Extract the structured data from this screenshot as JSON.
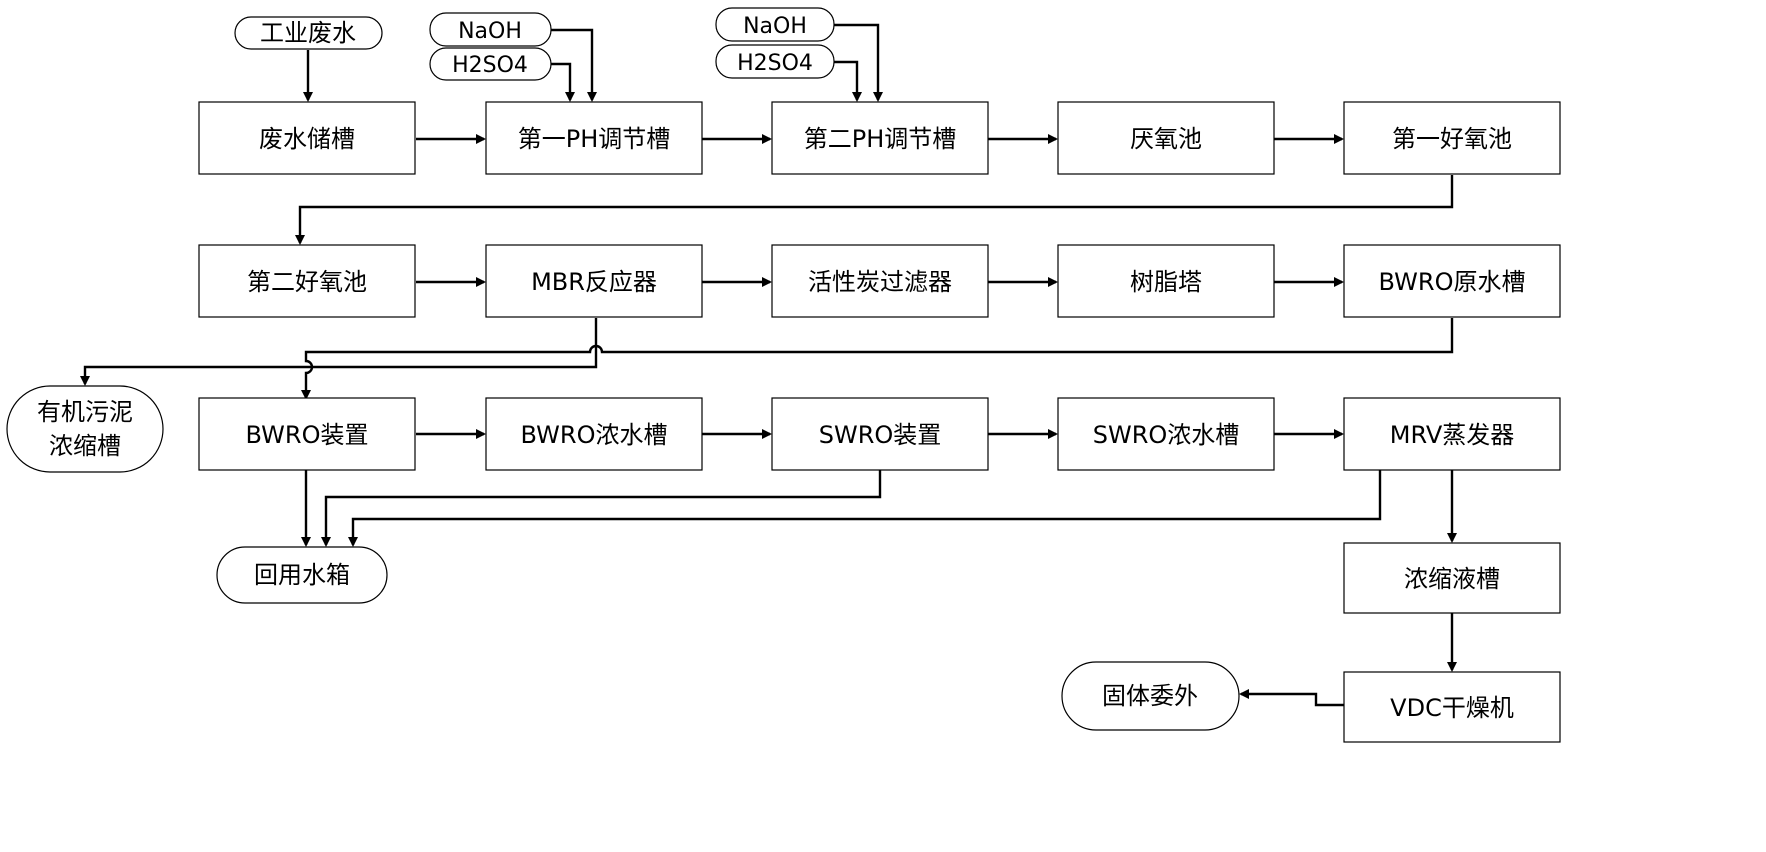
{
  "nodes": {
    "industrial_wastewater": "工业废水",
    "naoh_1": "NaOH",
    "h2so4_1": "H2SO4",
    "naoh_2": "NaOH",
    "h2so4_2": "H2SO4",
    "wastewater_storage_tank": "废水储槽",
    "first_ph_adjust_tank": "第一PH调节槽",
    "second_ph_adjust_tank": "第二PH调节槽",
    "anaerobic_tank": "厌氧池",
    "first_aerobic_tank": "第一好氧池",
    "second_aerobic_tank": "第二好氧池",
    "mbr_reactor": "MBR反应器",
    "activated_carbon_filter": "活性炭过滤器",
    "resin_tower": "树脂塔",
    "bwro_raw_water_tank": "BWRO原水槽",
    "organic_sludge_thickener_line1": "有机污泥",
    "organic_sludge_thickener_line2": "浓缩槽",
    "bwro_unit": "BWRO装置",
    "bwro_concentrate_tank": "BWRO浓水槽",
    "swro_unit": "SWRO装置",
    "swro_concentrate_tank": "SWRO浓水槽",
    "mrv_evaporator": "MRV蒸发器",
    "reuse_water_tank": "回用水箱",
    "concentrate_tank": "浓缩液槽",
    "vdc_dryer": "VDC干燥机",
    "solid_outsourcing": "固体委外"
  }
}
